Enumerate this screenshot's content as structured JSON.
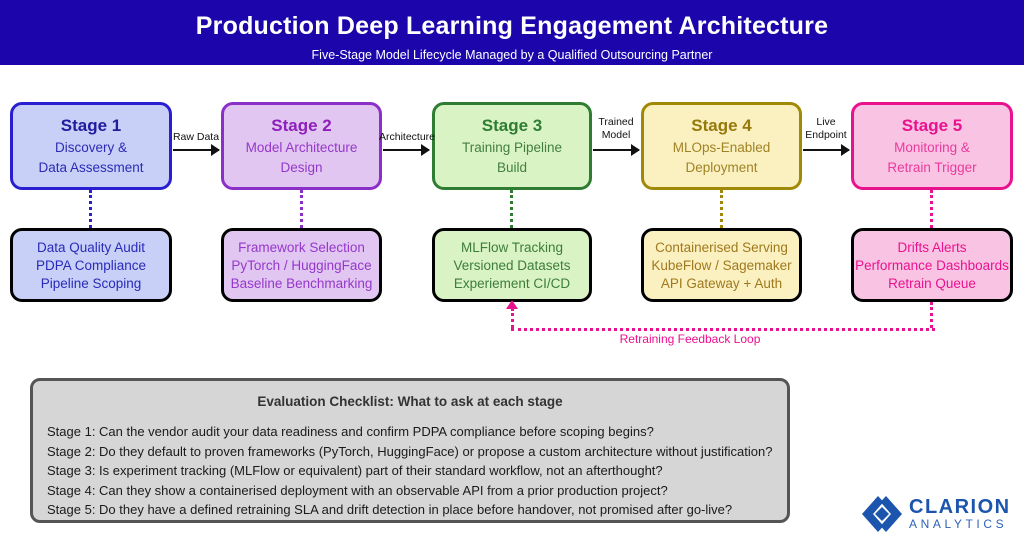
{
  "header": {
    "title": "Production Deep Learning Engagement Architecture",
    "subtitle": "Five-Stage Model Lifecycle Managed by a Qualified Outsourcing Partner",
    "bg_color": "#1c06ab"
  },
  "stages": [
    {
      "title": "Stage 1",
      "lines": [
        "Discovery &",
        "Data Assessment"
      ],
      "details": [
        "Data Quality Audit",
        "PDPA Compliance",
        "Pipeline Scoping"
      ],
      "fill": "#c8d0f8",
      "border": "#2a1fd0"
    },
    {
      "title": "Stage 2",
      "lines": [
        "Model Architecture",
        "Design"
      ],
      "details": [
        "Framework Selection",
        "PyTorch / HuggingFace",
        "Baseline Benchmarking"
      ],
      "fill": "#e2c6f2",
      "border": "#8b2fc9"
    },
    {
      "title": "Stage 3",
      "lines": [
        "Training Pipeline",
        "Build"
      ],
      "details": [
        "MLFlow Tracking",
        "Versioned Datasets",
        "Experiement CI/CD"
      ],
      "fill": "#d9f3c4",
      "border": "#2f7d32"
    },
    {
      "title": "Stage 4",
      "lines": [
        "MLOps-Enabled",
        "Deployment"
      ],
      "details": [
        "Containerised Serving",
        "KubeFlow / Sagemaker",
        "API Gateway + Auth"
      ],
      "fill": "#faf0c0",
      "border": "#a18908"
    },
    {
      "title": "Stage 5",
      "lines": [
        "Monitoring &",
        "Retrain Trigger"
      ],
      "details": [
        "Drifts Alerts",
        "Performance Dashboards",
        "Retrain Queue"
      ],
      "fill": "#f9c4e4",
      "border": "#e8128e"
    }
  ],
  "flow_labels": [
    {
      "lines": [
        "Raw Data",
        ""
      ]
    },
    {
      "lines": [
        "Architecture",
        ""
      ]
    },
    {
      "lines": [
        "Trained",
        "Model"
      ]
    },
    {
      "lines": [
        "Live",
        "Endpoint"
      ]
    }
  ],
  "feedback_loop": {
    "label": "Retraining Feedback Loop",
    "color": "#ef0e90"
  },
  "checklist": {
    "title": "Evaluation Checklist: What to ask at each stage",
    "items": [
      "Stage 1: Can the vendor audit your data readiness and confirm PDPA compliance before scoping begins?",
      "Stage 2: Do they default to proven frameworks (PyTorch, HuggingFace) or propose a custom architecture without justification?",
      "Stage 3: Is experiment tracking (MLFlow or equivalent) part of their standard workflow, not an afterthought?",
      "Stage 4: Can they show a containerised deployment with an observable API from a prior production project?",
      "Stage 5: Do they have a defined retraining SLA and drift detection in place before handover, not promised after go-live?"
    ]
  },
  "logo": {
    "name": "CLARION",
    "sub": "ANALYTICS",
    "color": "#1b55ad"
  }
}
